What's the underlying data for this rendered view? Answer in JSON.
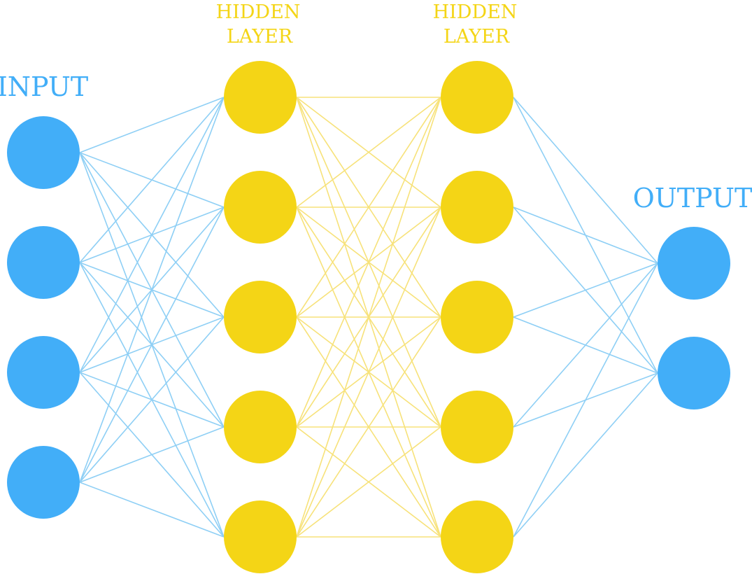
{
  "labels": {
    "input": "INPUT",
    "hidden1_line1": "HIDDEN",
    "hidden1_line2": "LAYER",
    "hidden2_line1": "HIDDEN",
    "hidden2_line2": "LAYER",
    "output": "OUTPUT"
  },
  "network": {
    "layers": [
      {
        "role": "input",
        "nodes": 4,
        "color": "#42aef8"
      },
      {
        "role": "hidden",
        "nodes": 5,
        "color": "#f4d516"
      },
      {
        "role": "hidden",
        "nodes": 5,
        "color": "#f4d516"
      },
      {
        "role": "output",
        "nodes": 2,
        "color": "#42aef8"
      }
    ],
    "connections": "fully-connected",
    "edge_colors": [
      "#8ecff5",
      "#f7e27a",
      "#8ecff5"
    ]
  }
}
